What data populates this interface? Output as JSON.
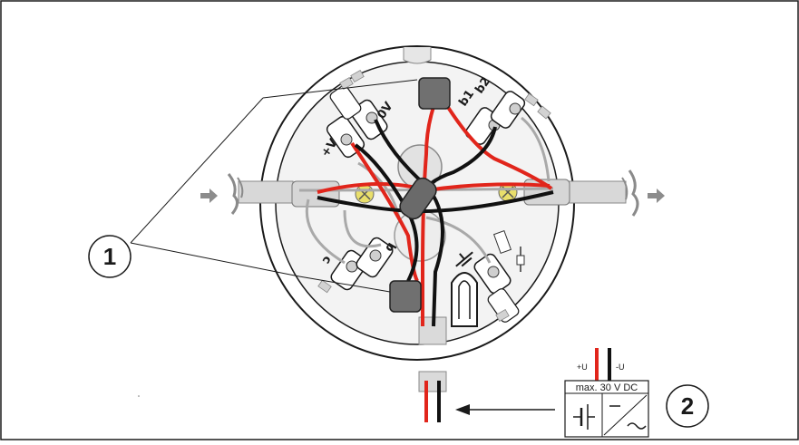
{
  "terminals": {
    "plus_v": "+V",
    "zero_v": "0V",
    "b1": "b1",
    "b2": "b2",
    "c": "c",
    "b": "b"
  },
  "psu": {
    "plus_u": "+U",
    "minus_u": "-U",
    "rating": "max. 30 V DC"
  },
  "callouts": {
    "one": "1",
    "two": "2"
  },
  "colors": {
    "red_wire": "#e1251b",
    "black_wire": "#111111",
    "grey_body": "#b9b9b9",
    "outline": "#1a1a1a"
  },
  "icons": [
    "arrow-right-icon",
    "arrow-left-icon",
    "battery-symbol-icon",
    "dc-ac-converter-icon",
    "ground-symbol-icon"
  ]
}
